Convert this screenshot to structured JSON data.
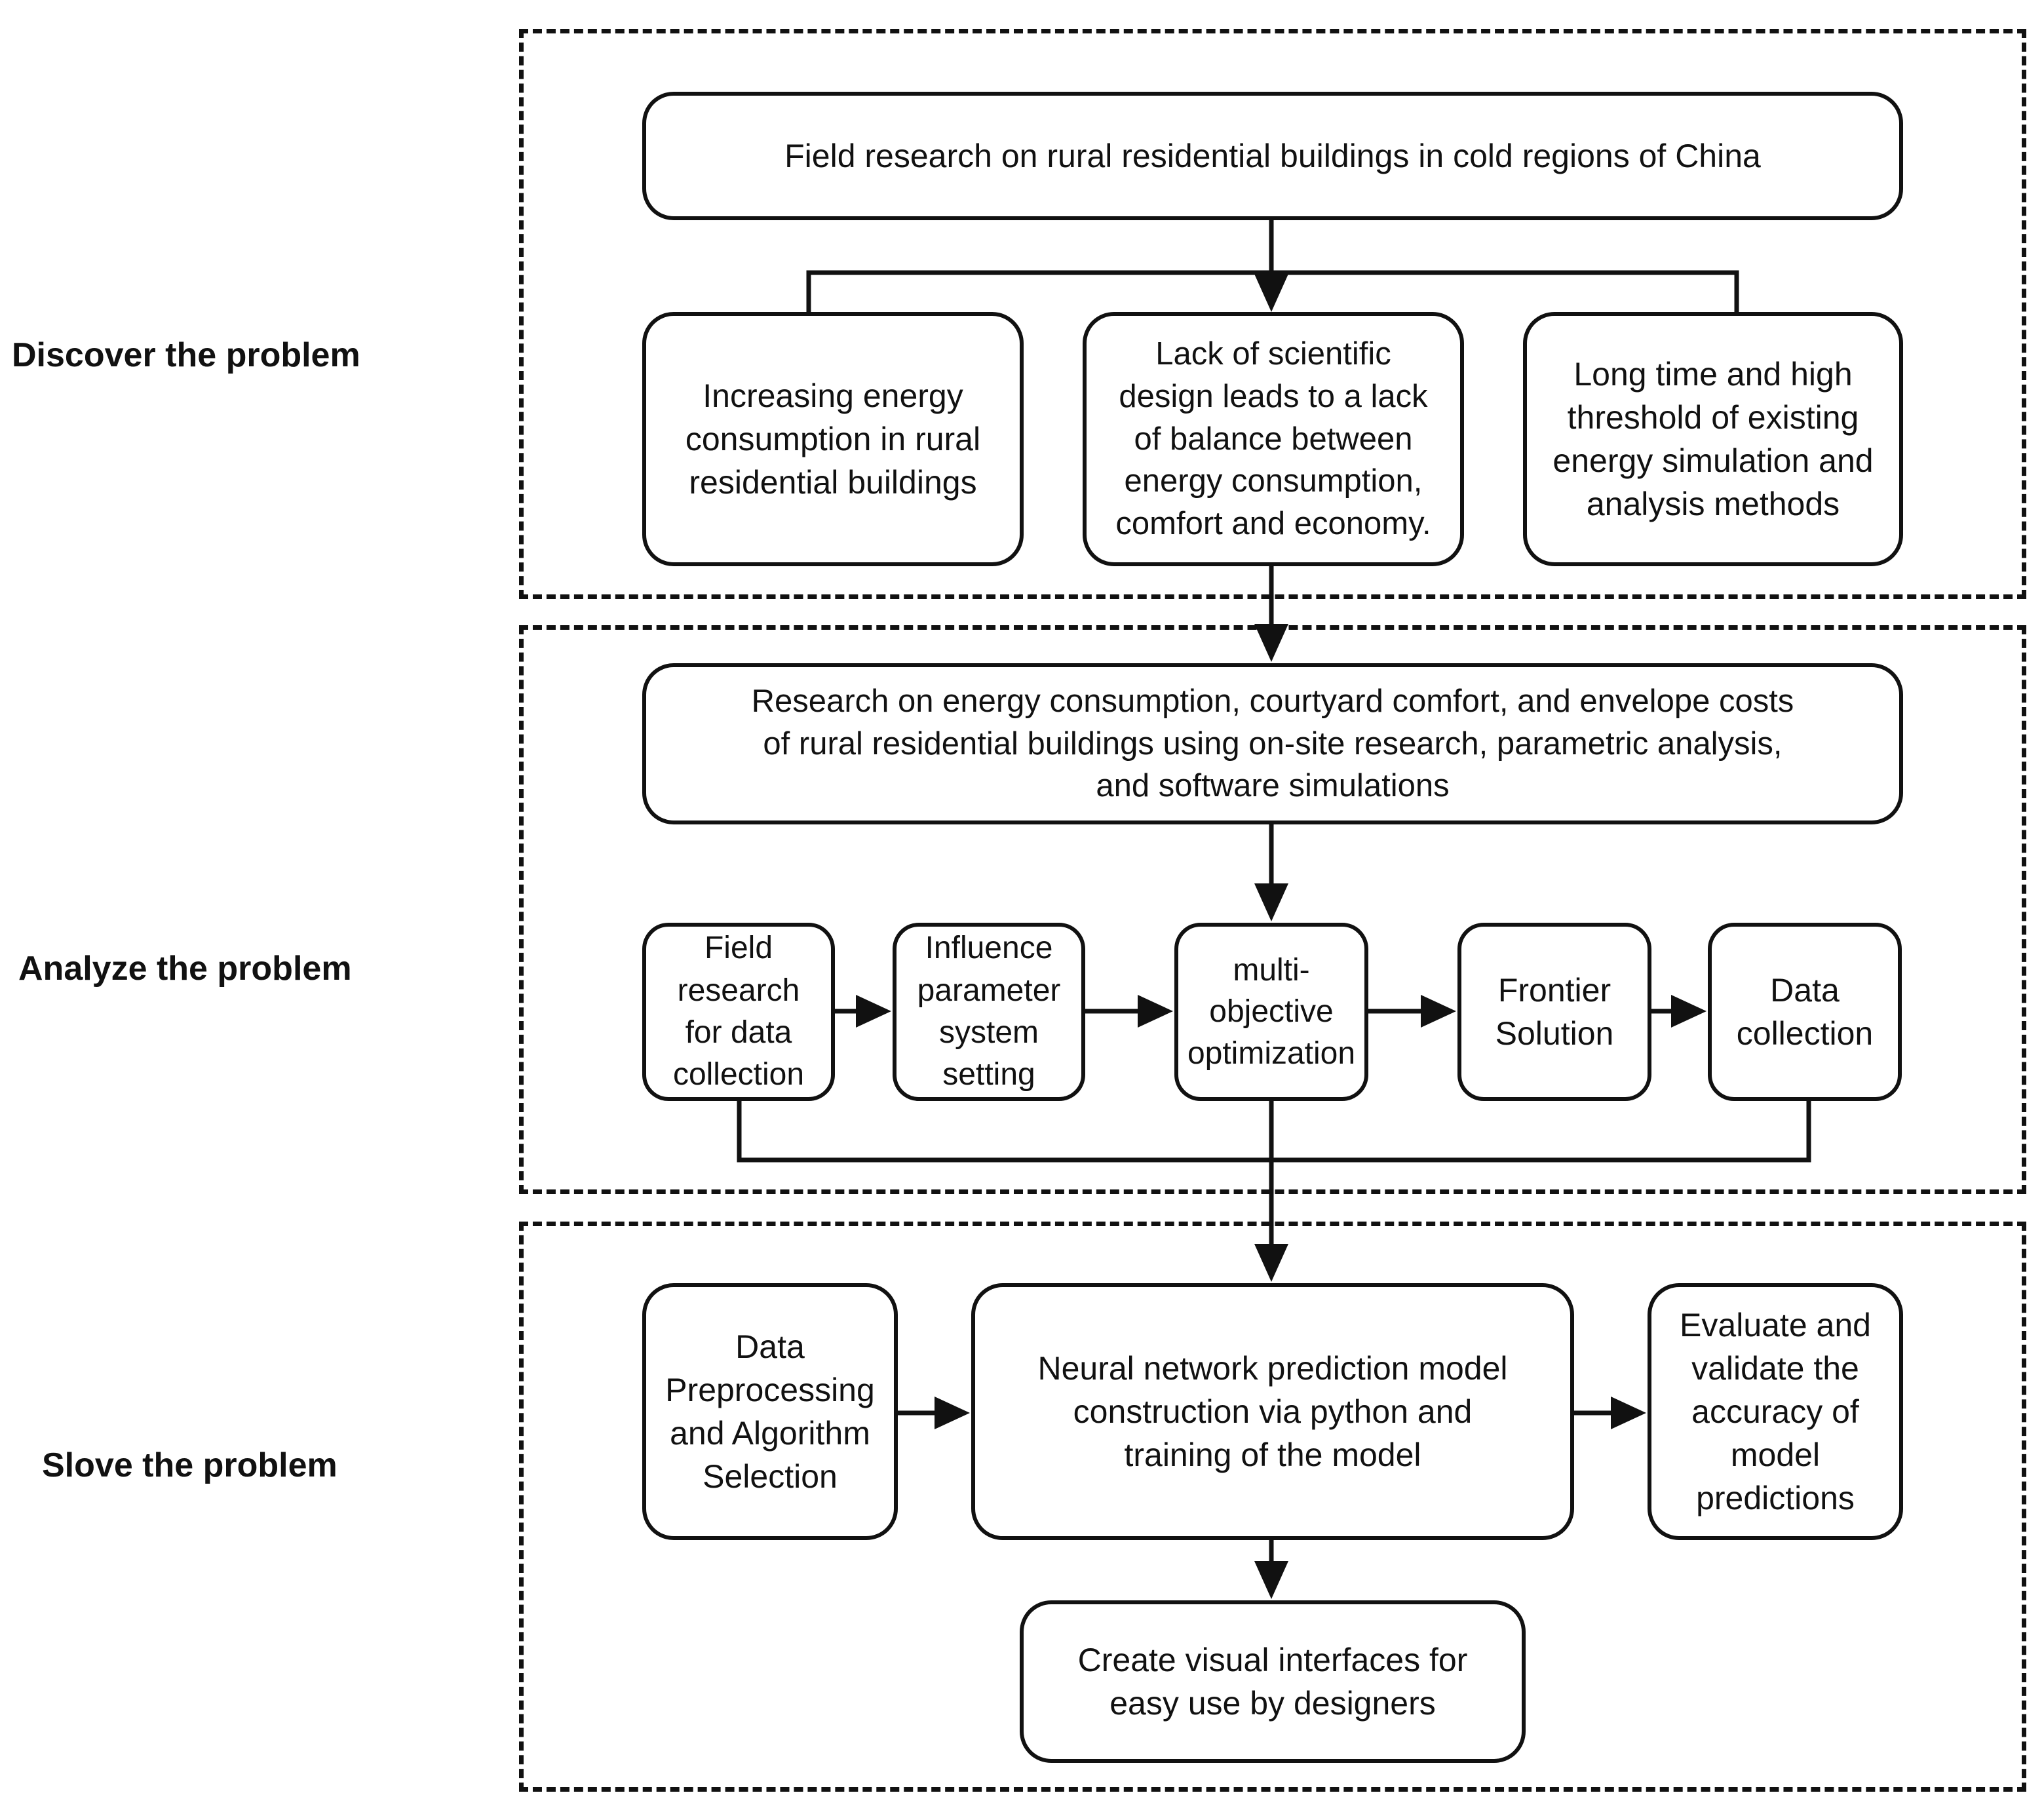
{
  "phases": [
    {
      "label": "Discover the problem"
    },
    {
      "label": "Analyze the problem"
    },
    {
      "label": "Slove the problem"
    }
  ],
  "boxes": {
    "field_research": "Field research on rural residential buildings in cold regions of China",
    "increasing_energy": "Increasing energy\nconsumption in rural\nresidential buildings",
    "lack_scientific": "Lack of scientific\ndesign leads to a lack\nof balance between\nenergy consumption,\ncomfort and economy.",
    "long_time": "Long time and high\nthreshold of existing\nenergy simulation and\nanalysis methods",
    "research_energy": "Research on energy consumption, courtyard comfort, and envelope costs\nof rural residential buildings using on-site research, parametric analysis,\nand software simulations",
    "field_data": "Field\nresearch\nfor data\ncollection",
    "influence": "Influence\nparameter\nsystem\nsetting",
    "multi_objective": "multi-\nobjective\noptimization",
    "frontier": "Frontier\nSolution",
    "data_collection": "Data\ncollection",
    "preprocessing": "Data\nPreprocessing\nand Algorithm\nSelection",
    "neural_network": "Neural network prediction model\nconstruction via python and\ntraining of the model",
    "evaluate": "Evaluate and\nvalidate the\naccuracy of\nmodel\npredictions",
    "visual_interface": "Create visual interfaces for\neasy use by designers"
  }
}
